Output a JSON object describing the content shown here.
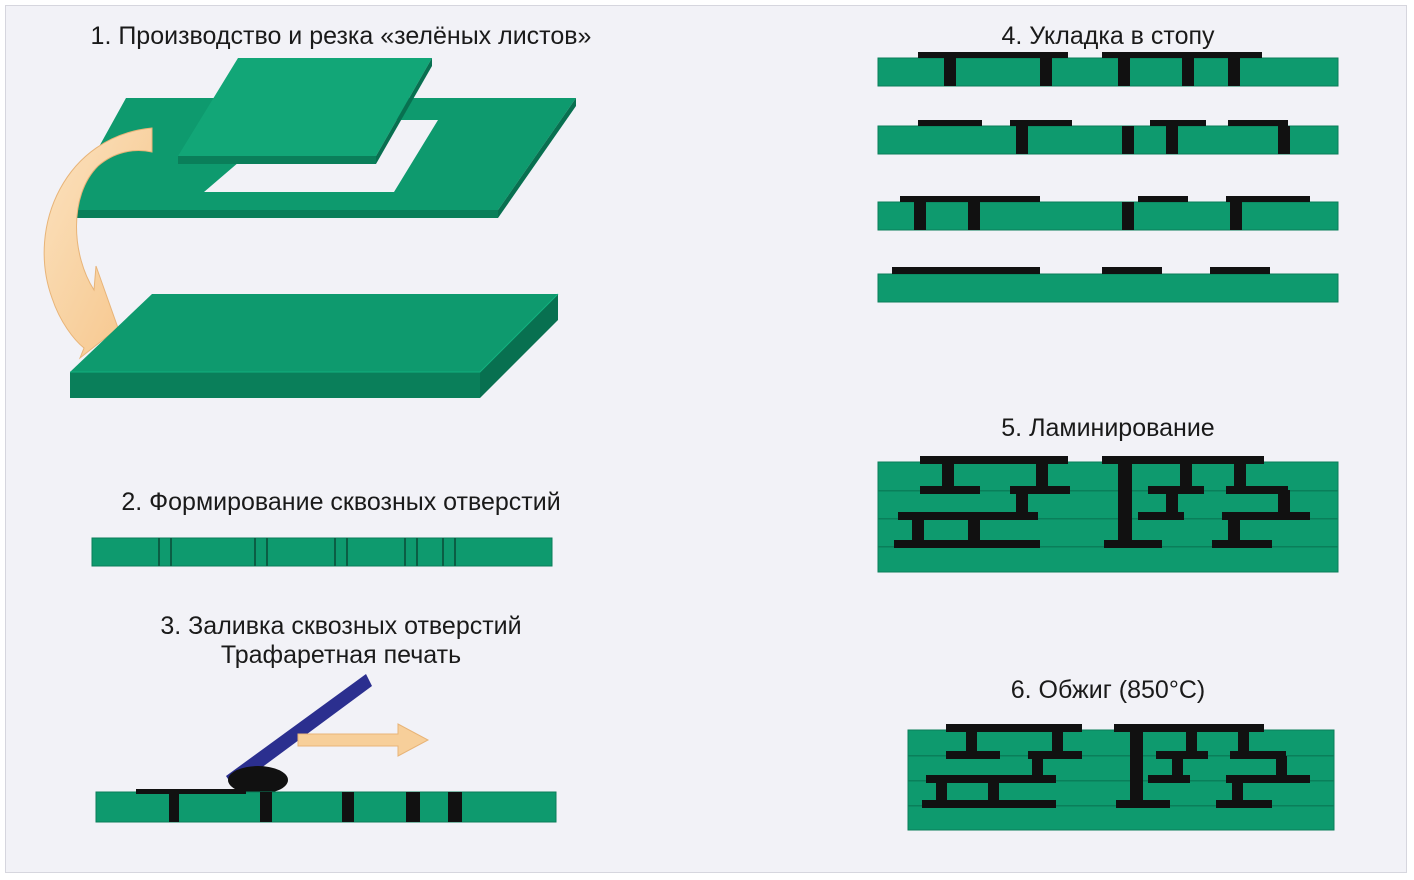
{
  "steps": {
    "s1": "1. Производство и резка «зелёных листов»",
    "s2": "2. Формирование сквозных отверстий",
    "s3_line1": "3. Заливка сквозных отверстий",
    "s3_line2": "Трафаретная печать",
    "s4": "4. Укладка в стопу",
    "s5": "5. Ламинирование",
    "s6": "6. Обжиг (850°C)"
  },
  "colors": {
    "ceramic_green": "#0e9a6e",
    "conductor": "#111111",
    "squeegee": "#2b2f8f",
    "arrow": "#f7cf9a"
  }
}
